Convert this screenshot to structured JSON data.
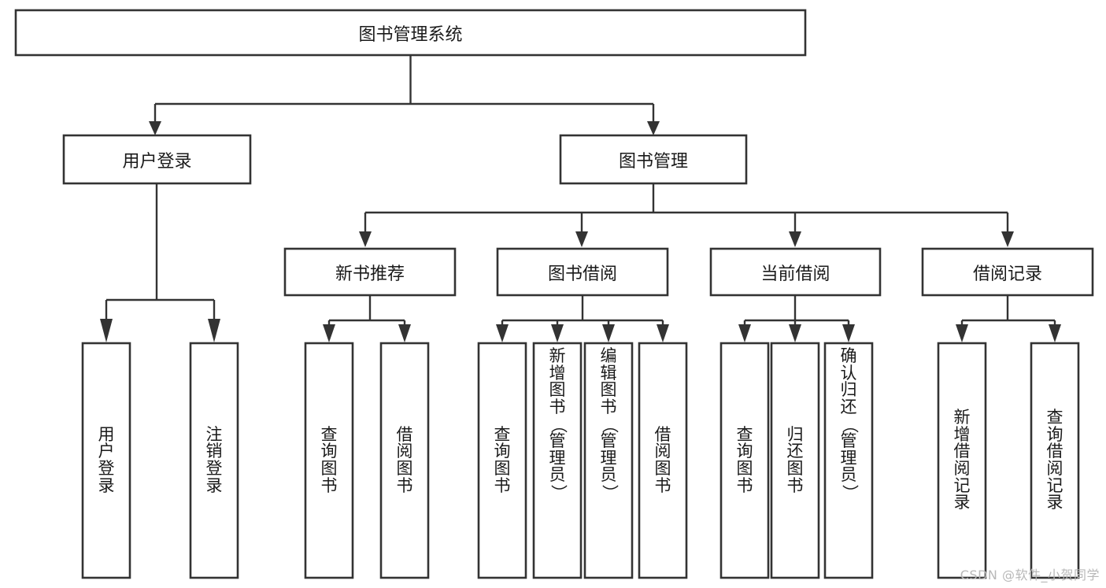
{
  "diagram": {
    "type": "tree",
    "title": "图书管理系统",
    "watermark": "CSDN @软件_小贺同学",
    "colors": {
      "box_stroke": "#333333",
      "box_fill": "#ffffff",
      "text": "#1a1a1a",
      "background": "#ffffff",
      "watermark": "#b8b8b8"
    },
    "levels": {
      "root": {
        "label": "图书管理系统"
      },
      "level2": [
        {
          "label": "用户登录"
        },
        {
          "label": "图书管理"
        }
      ],
      "level3": [
        {
          "label": "新书推荐"
        },
        {
          "label": "图书借阅"
        },
        {
          "label": "当前借阅"
        },
        {
          "label": "借阅记录"
        }
      ]
    },
    "leaves": {
      "user_login": [
        {
          "label": "用户登录"
        },
        {
          "label": "注销登录"
        }
      ],
      "new_book_recommend": [
        {
          "label": "查询图书"
        },
        {
          "label": "借阅图书"
        }
      ],
      "book_borrow": [
        {
          "label": "查询图书"
        },
        {
          "label": "新增图书（管理员）"
        },
        {
          "label": "编辑图书（管理员）"
        },
        {
          "label": "借阅图书"
        }
      ],
      "current_borrow": [
        {
          "label": "查询图书"
        },
        {
          "label": "归还图书"
        },
        {
          "label": "确认归还（管理员）"
        }
      ],
      "borrow_record": [
        {
          "label": "新增借阅记录"
        },
        {
          "label": "查询借阅记录"
        }
      ]
    }
  }
}
